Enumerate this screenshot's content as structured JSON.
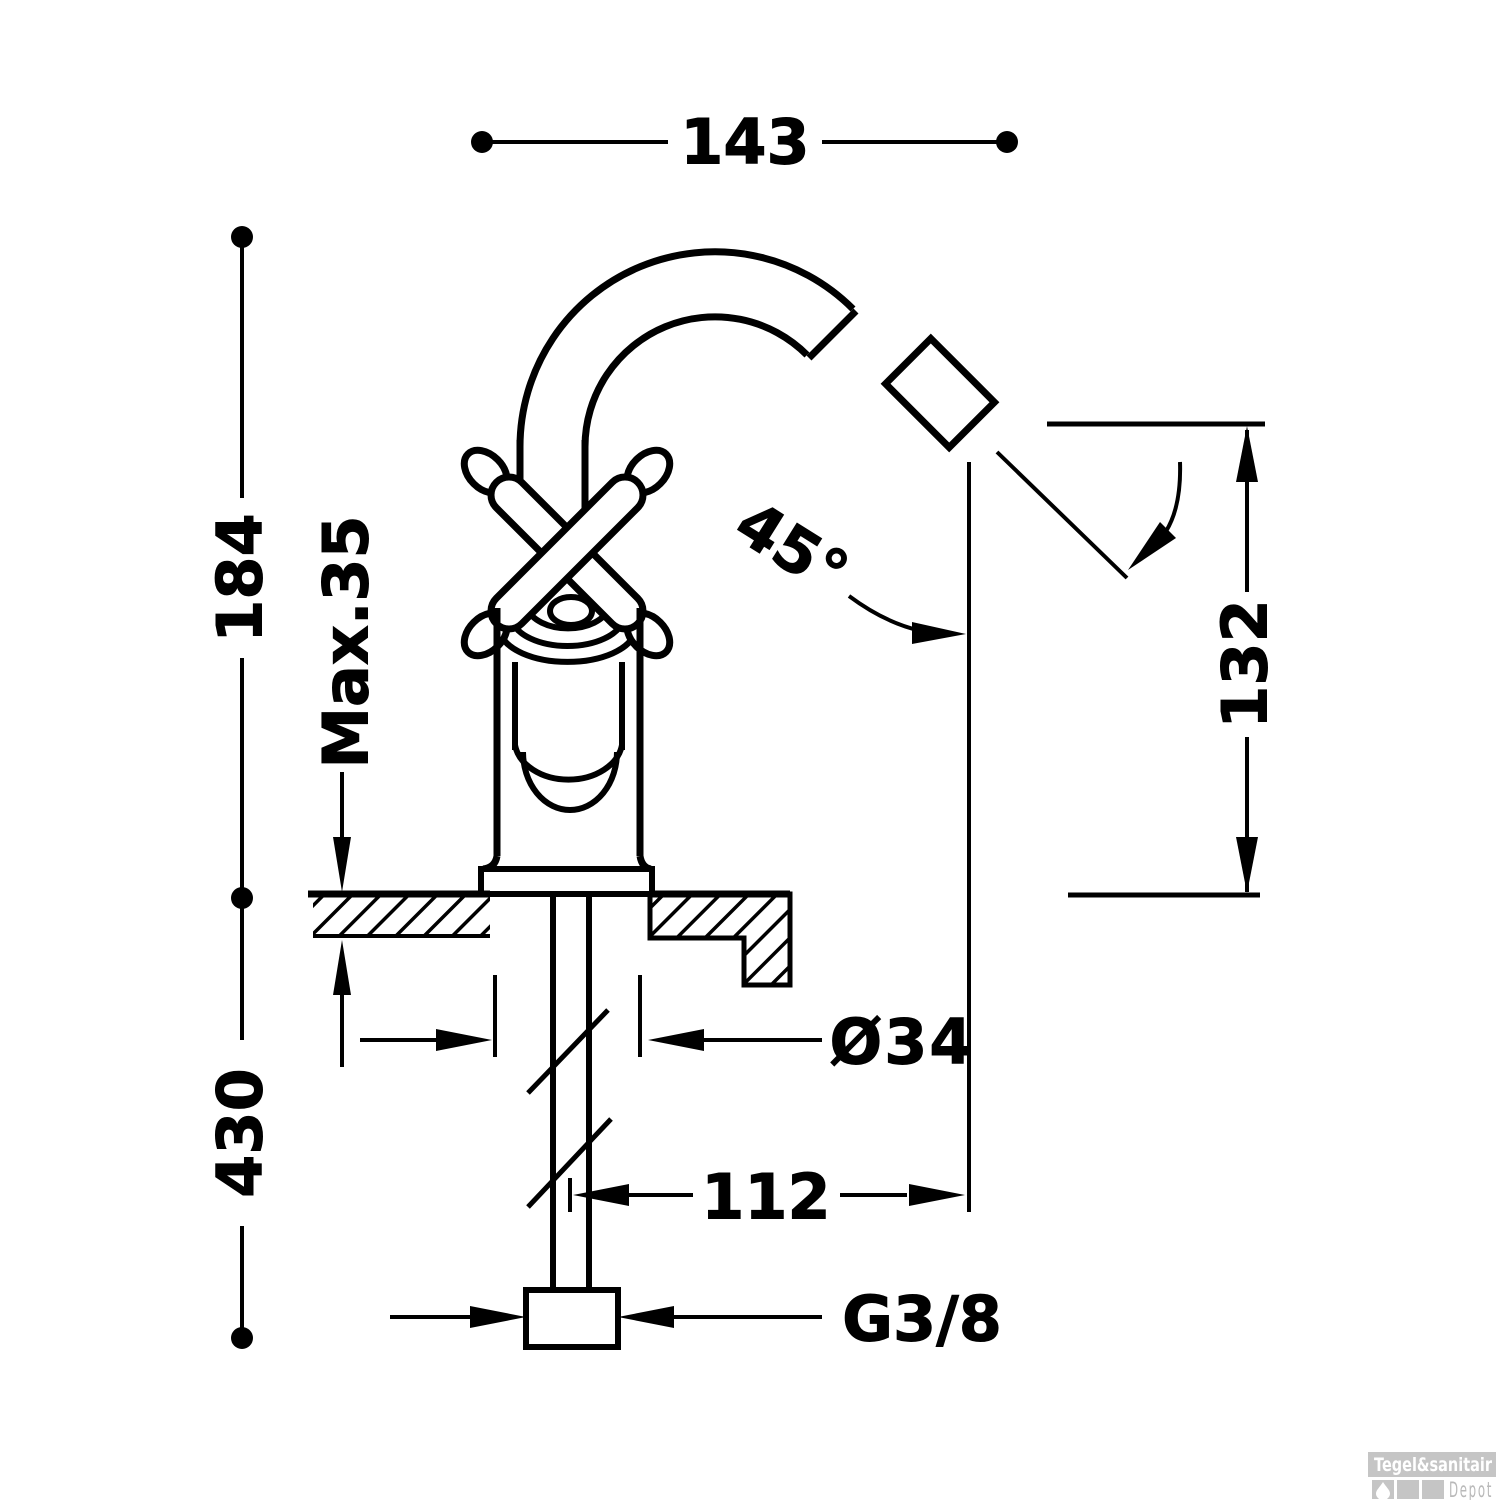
{
  "drawing_type": "faucet technical dimension drawing",
  "dimensions": {
    "spout_reach_top": "143",
    "height_above_deck": "184",
    "height_below_deck": "430",
    "max_deck_thickness": "Max.35",
    "spout_outlet_height": "132",
    "spout_angle": "45°",
    "body_diameter": "Ø34",
    "outlet_offset": "112",
    "supply_thread": "G3/8"
  },
  "colors": {
    "line": "#000000",
    "background": "#ffffff",
    "watermark_block": "#c5c5c5",
    "watermark_brand_text": "#ffffff",
    "watermark_depot_text": "#b9b9b9"
  },
  "watermark": {
    "brand": "Tegel&sanitair",
    "sub": "Depot",
    "icon": "water-drop-icon"
  }
}
